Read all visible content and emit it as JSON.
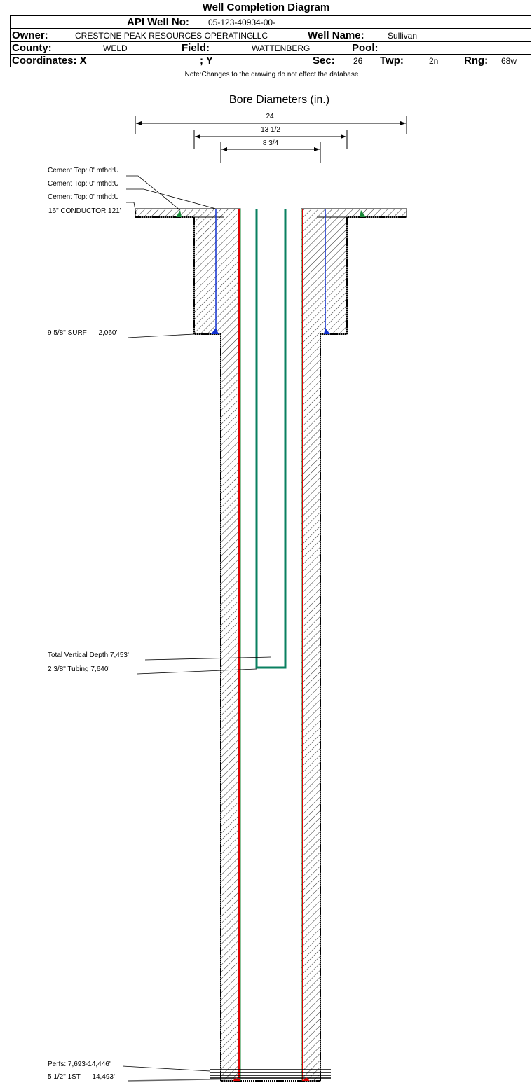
{
  "title": "Well Completion Diagram",
  "header": {
    "api_label": "API Well No:",
    "api_value": "05-123-40934-00-",
    "owner_label": "Owner:",
    "owner_value": "CRESTONE PEAK RESOURCES OPERATING",
    "owner_value2": "LLC",
    "well_name_label": "Well Name:",
    "well_name_value": "Sullivan",
    "county_label": "County:",
    "county_value": "WELD",
    "field_label": "Field:",
    "field_value": "WATTENBERG",
    "pool_label": "Pool:",
    "pool_value": "",
    "coords_label": "Coordinates: X",
    "y_label": "; Y",
    "sec_label": "Sec:",
    "sec_value": "26",
    "twp_label": "Twp:",
    "twp_value": "2n",
    "rng_label": "Rng:",
    "rng_value": "68w"
  },
  "note": "Note:Changes to the drawing do not effect the database",
  "bore": {
    "title": "Bore Diameters (in.)",
    "dims": [
      "24",
      "13 1/2",
      "8 3/4"
    ]
  },
  "labels": {
    "cement1": "Cement Top: 0' mthd:U",
    "cement2": "Cement Top: 0' mthd:U",
    "cement3": "Cement Top: 0' mthd:U",
    "conductor": "16\" CONDUCTOR  121'",
    "surf": "9 5/8\" SURF      2,060'",
    "tvd": "Total Vertical Depth 7,453'",
    "tubing": "2 3/8\" Tubing 7,640'",
    "perfs": "Perfs: 7,693-14,446'",
    "prod": "5 1/2\" 1ST      14,493'"
  },
  "colors": {
    "red": "#e00000",
    "green": "#1a8a3a",
    "blue": "#1030d0",
    "tubing": "#0a8060"
  }
}
